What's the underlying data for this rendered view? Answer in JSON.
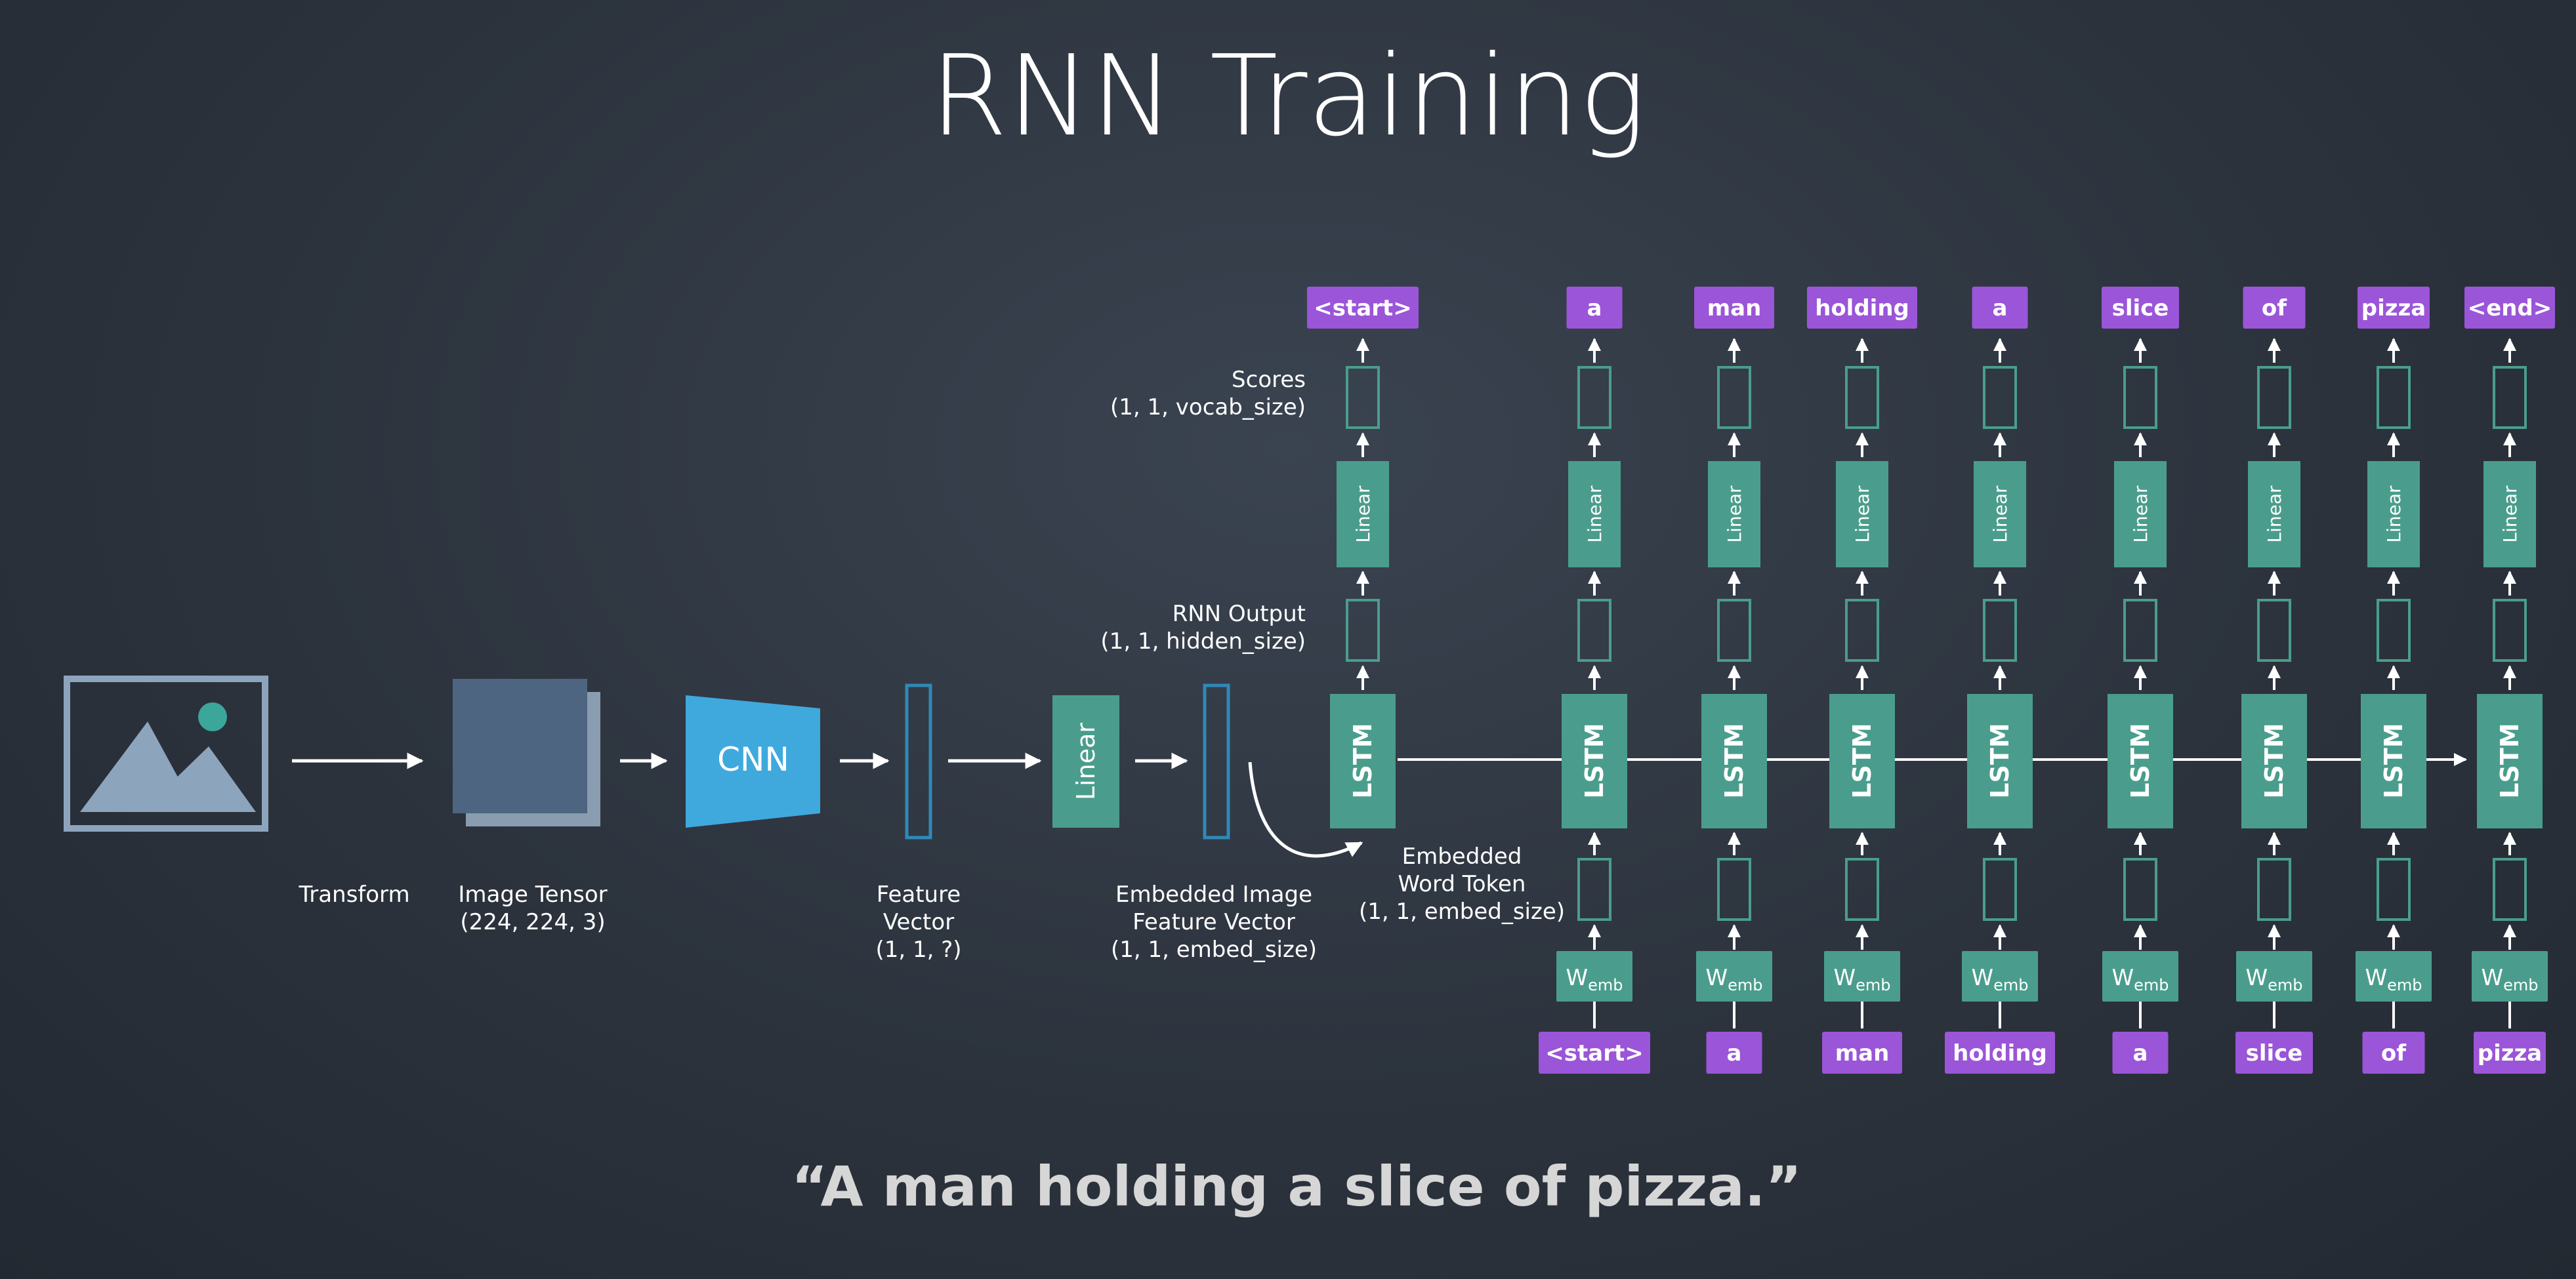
{
  "title": "RNN Training",
  "caption": "“A man holding a slice of pizza.”",
  "pipeline": {
    "transform_label": "Transform",
    "image_tensor_label": "Image Tensor",
    "image_tensor_shape": "(224, 224, 3)",
    "cnn_label": "CNN",
    "feature_vector_label": [
      "Feature",
      "Vector",
      "(1, 1, ?)"
    ],
    "linear_label": "Linear",
    "embedded_image_label": [
      "Embedded Image",
      "Feature Vector",
      "(1, 1, embed_size)"
    ]
  },
  "annotations": {
    "scores": [
      "Scores",
      "(1, 1, vocab_size)"
    ],
    "rnn_output": [
      "RNN Output",
      "(1, 1, hidden_size)"
    ],
    "embedded_word": [
      "Embedded",
      "Word Token",
      "(1, 1, embed_size)"
    ]
  },
  "cell_labels": {
    "lstm": "LSTM",
    "linear": "Linear",
    "wemb_main": "W",
    "wemb_sub": "emb"
  },
  "output_tokens": [
    "<start>",
    "a",
    "man",
    "holding",
    "a",
    "slice",
    "of",
    "pizza",
    "<end>"
  ],
  "input_tokens": [
    "<start>",
    "a",
    "man",
    "holding",
    "a",
    "slice",
    "of",
    "pizza"
  ],
  "colors": {
    "teal": "#4a9d8c",
    "cnn_blue": "#3fa9dd",
    "purple": "#9b55d8",
    "tensor_fill": "#4d6580",
    "frame": "#8da4bd",
    "vector_stroke": "#2f89b8"
  }
}
